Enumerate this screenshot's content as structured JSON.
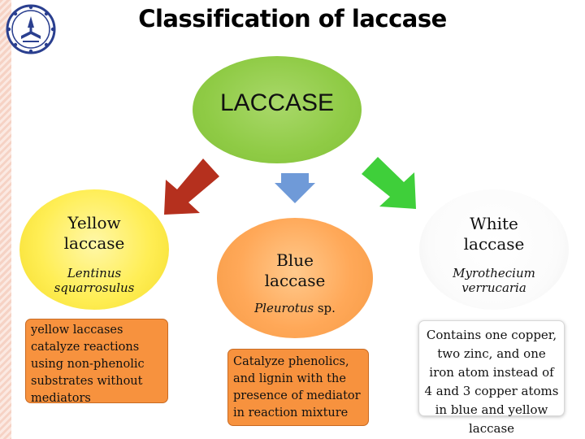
{
  "title": "Classification of laccase",
  "root": {
    "label": "LACCASE",
    "color": "#8fcb45"
  },
  "arrows": {
    "left_color": "#b5301e",
    "center_color": "#6f9ad8",
    "right_color": "#3fcf3a"
  },
  "branches": [
    {
      "name_line1": "Yellow",
      "name_line2": "laccase",
      "species_line1": "Lentinus",
      "species_line2": "squarrosulus",
      "description": "yellow laccases catalyze reactions using non-phenolic substrates without mediators",
      "color": "#ffee55"
    },
    {
      "name_line1": "Blue",
      "name_line2": "laccase",
      "species_genus": "Pleurotus",
      "species_suffix": " sp.",
      "description": "Catalyze phenolics, and lignin with the presence of mediator in reaction mixture",
      "color": "#ffa858"
    },
    {
      "name_line1": "White",
      "name_line2": "laccase",
      "species_line1": "Myrothecium",
      "species_line2": "verrucaria",
      "description": "Contains one copper, two zinc, and one iron atom instead of 4 and 3 copper atoms in blue and yellow laccase",
      "color": "#ffffff"
    }
  ],
  "logo": {
    "icon": "institute-emblem-icon"
  }
}
